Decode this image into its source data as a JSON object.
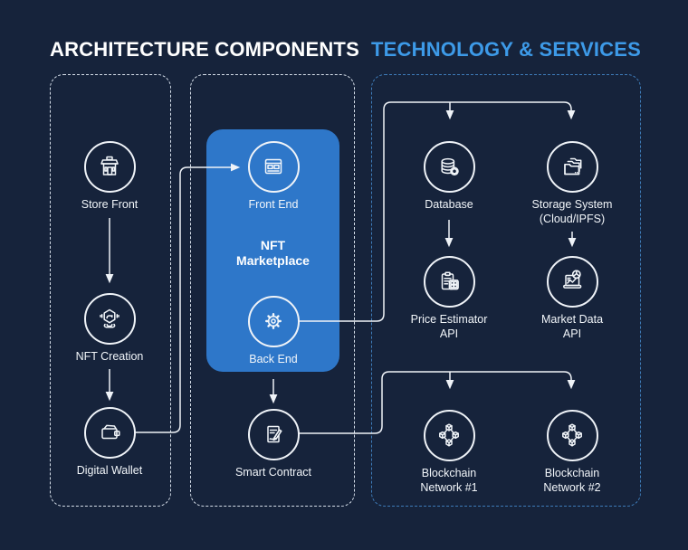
{
  "titles": {
    "left": "ARCHITECTURE COMPONENTS",
    "right": "TECHNOLOGY & SERVICES"
  },
  "marketplace": {
    "line1": "NFT",
    "line2": "Marketplace"
  },
  "nodes": {
    "store_front": {
      "label": "Store Front"
    },
    "nft_creation": {
      "label": "NFT Creation"
    },
    "digital_wallet": {
      "label": "Digital Wallet"
    },
    "front_end": {
      "label": "Front End"
    },
    "back_end": {
      "label": "Back End"
    },
    "smart_contract": {
      "label": "Smart Contract"
    },
    "database": {
      "label": "Database"
    },
    "storage_system": {
      "label": "Storage System",
      "label2": "(Cloud/IPFS)"
    },
    "price_estimator": {
      "label": "Price Estimator",
      "label2": "API"
    },
    "market_data": {
      "label": "Market Data",
      "label2": "API"
    },
    "blockchain_1": {
      "label": "Blockchain",
      "label2": "Network #1"
    },
    "blockchain_2": {
      "label": "Blockchain",
      "label2": "Network #2"
    }
  },
  "icons": {
    "store_front": "storefront-icon",
    "nft_creation": "nft-token-hands-icon",
    "digital_wallet": "wallet-icon",
    "front_end": "browser-window-icon",
    "back_end": "gear-icon",
    "smart_contract": "contract-pen-icon",
    "database": "database-gear-icon",
    "storage_system": "stacked-folders-icon",
    "price_estimator": "clipboard-calculator-icon",
    "market_data": "laptop-chart-icon",
    "blockchain": "linked-cubes-icon"
  },
  "colors": {
    "background": "#16233B",
    "accent_blue": "#3D9AE8",
    "marketplace_blue": "#2E77C9",
    "line_white": "#EFF3F8",
    "right_box_border": "#3E7CB9"
  }
}
